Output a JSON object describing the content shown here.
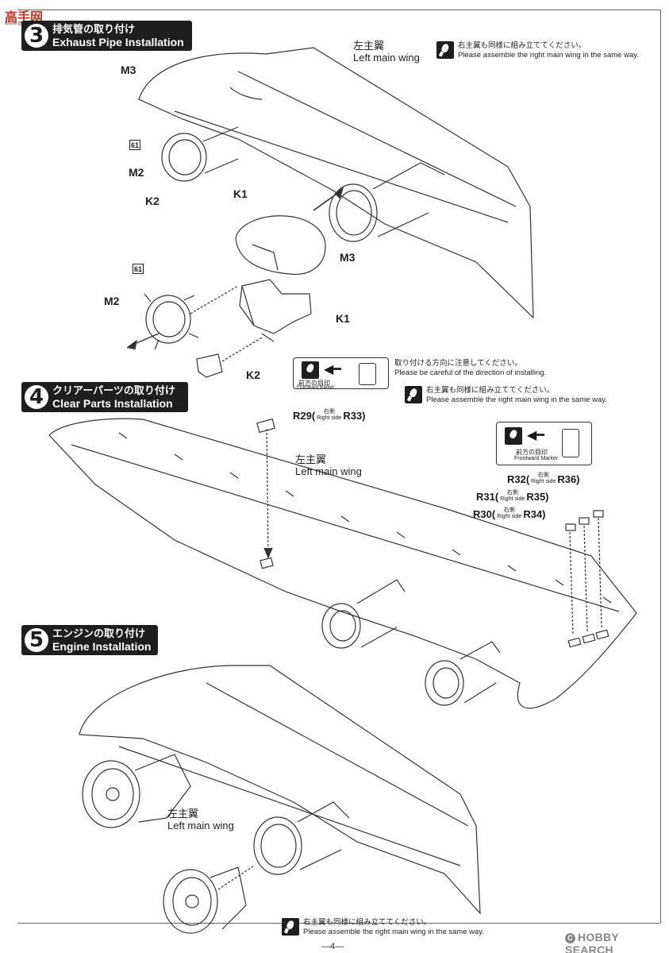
{
  "header": {
    "site_logo": "高手网",
    "site_url": "www.gaoshou.net"
  },
  "steps": {
    "step3": {
      "num": "3",
      "jp": "排気管の取り付け",
      "en": "Exhaust Pipe Installation"
    },
    "step4": {
      "num": "4",
      "jp": "クリアーパーツの取り付け",
      "en": "Clear Parts Installation"
    },
    "step5": {
      "num": "5",
      "jp": "エンジンの取り付け",
      "en": "Engine Installation"
    }
  },
  "wing_labels": {
    "s3": {
      "jp": "左主翼",
      "en": "Left main wing"
    },
    "s4": {
      "jp": "左主翼",
      "en": "Left main wing"
    },
    "s5": {
      "jp": "左主翼",
      "en": "Left main wing"
    }
  },
  "notes": {
    "s3_same": {
      "jp": "右主翼も同様に組み立ててください。",
      "en": "Please assemble the right main wing in the same way."
    },
    "s3_direction": {
      "jp": "取り付ける方向に注意してください。",
      "en": "Please be careful of the direction of installing."
    },
    "s4_same": {
      "jp": "右主翼も同様に組み立ててください。",
      "en": "Please assemble the right main wing in the same way."
    },
    "s5_same": {
      "jp": "右主翼も同様に組み立ててください。",
      "en": "Please assemble the right main wing in the same way."
    }
  },
  "marker": {
    "jp": "前方の目印",
    "en": "Frontward Marker"
  },
  "parts_s3": {
    "m3_top": "M3",
    "num61_top": "61",
    "m2_top": "M2",
    "k2_top": "K2",
    "k1_top": "K1",
    "m3_mid": "M3",
    "num61_mid": "61",
    "m2_mid": "M2",
    "k1_mid": "K1",
    "k2_mid": "K2"
  },
  "parts_s4": {
    "r29": {
      "left": "R29(",
      "small_jp": "右側",
      "small_en": "Right side",
      "right": "R33)"
    },
    "r32": {
      "left": "R32(",
      "small_jp": "右側",
      "small_en": "Right side",
      "right": "R36)"
    },
    "r31": {
      "left": "R31(",
      "small_jp": "右側",
      "small_en": "Right side",
      "right": "R35)"
    },
    "r30": {
      "left": "R30(",
      "small_jp": "右側",
      "small_en": "Right side",
      "right": "R34)"
    }
  },
  "footer": {
    "page_number": "—4—",
    "watermark": "HOBBY SEARCH",
    "watermark_symbol": "C"
  }
}
